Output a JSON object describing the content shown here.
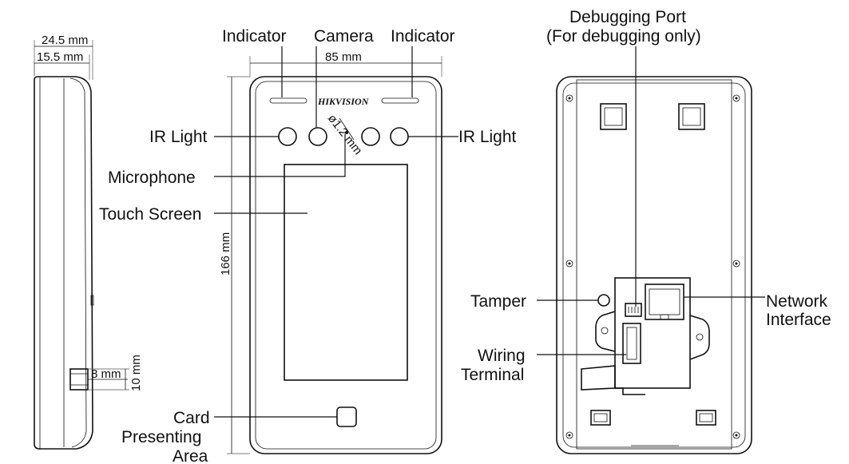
{
  "side_view": {
    "depth_total": "24.5 mm",
    "depth_body": "15.5 mm",
    "bracket_width": "8 mm",
    "bracket_height": "10 mm"
  },
  "front_view": {
    "width_dim": "85 mm",
    "height_dim": "166 mm",
    "brand": "HIKVISION",
    "mic_dim": "ø1.2 mm",
    "labels": {
      "indicator_left": "Indicator",
      "camera": "Camera",
      "indicator_right": "Indicator",
      "ir_light_left": "IR Light",
      "ir_light_right": "IR Light",
      "microphone": "Microphone",
      "touch_screen": "Touch Screen",
      "card_line1": "Card",
      "card_line2": "Presenting",
      "card_line3": "Area"
    }
  },
  "rear_view": {
    "labels": {
      "debug_line1": "Debugging Port",
      "debug_line2": "(For debugging only)",
      "tamper": "Tamper",
      "wiring_line1": "Wiring",
      "wiring_line2": "Terminal",
      "network_line1": "Network",
      "network_line2": "Interface"
    }
  }
}
